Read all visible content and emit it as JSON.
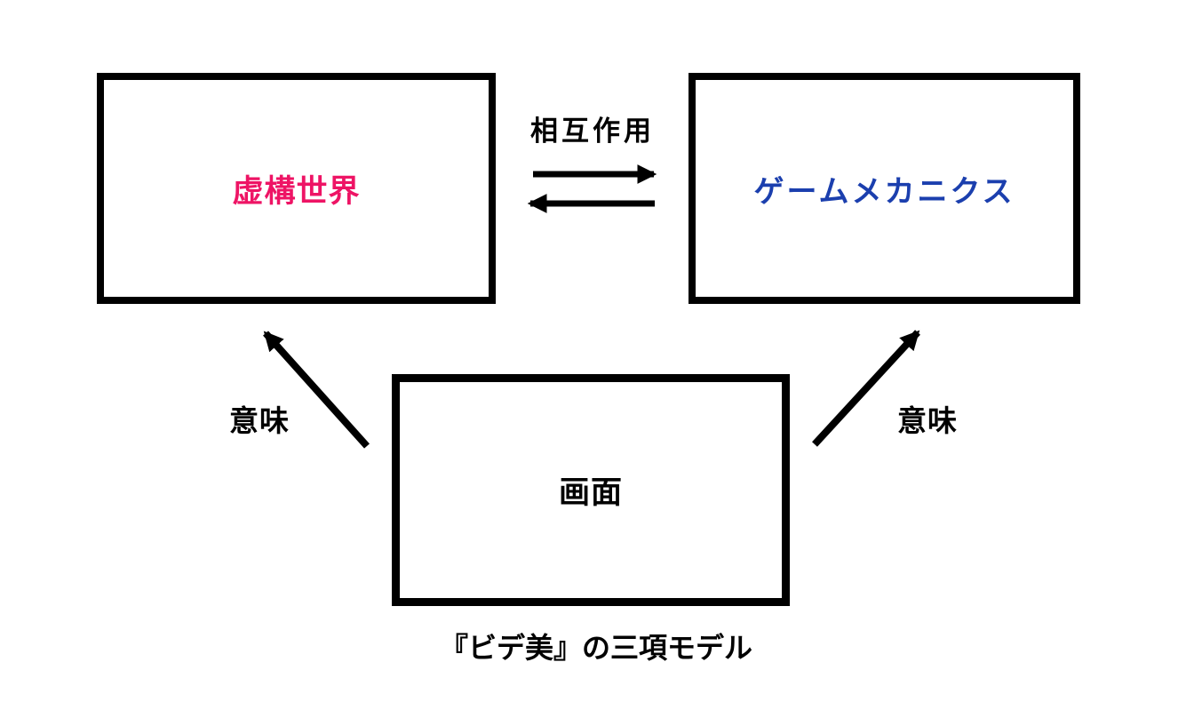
{
  "diagram": {
    "caption": "『ビデ美』の三項モデル",
    "nodes": {
      "fictional_world": {
        "label": "虚構世界",
        "color": "#ee1465"
      },
      "game_mechanics": {
        "label": "ゲームメカニクス",
        "color": "#1b3fae"
      },
      "screen": {
        "label": "画面",
        "color": "#000000"
      }
    },
    "edges": {
      "interaction": {
        "label": "相互作用"
      },
      "meaning_left": {
        "label": "意味"
      },
      "meaning_right": {
        "label": "意味"
      }
    },
    "colors": {
      "background": "#ffffff",
      "box_border": "#000000",
      "arrow": "#000000"
    }
  }
}
